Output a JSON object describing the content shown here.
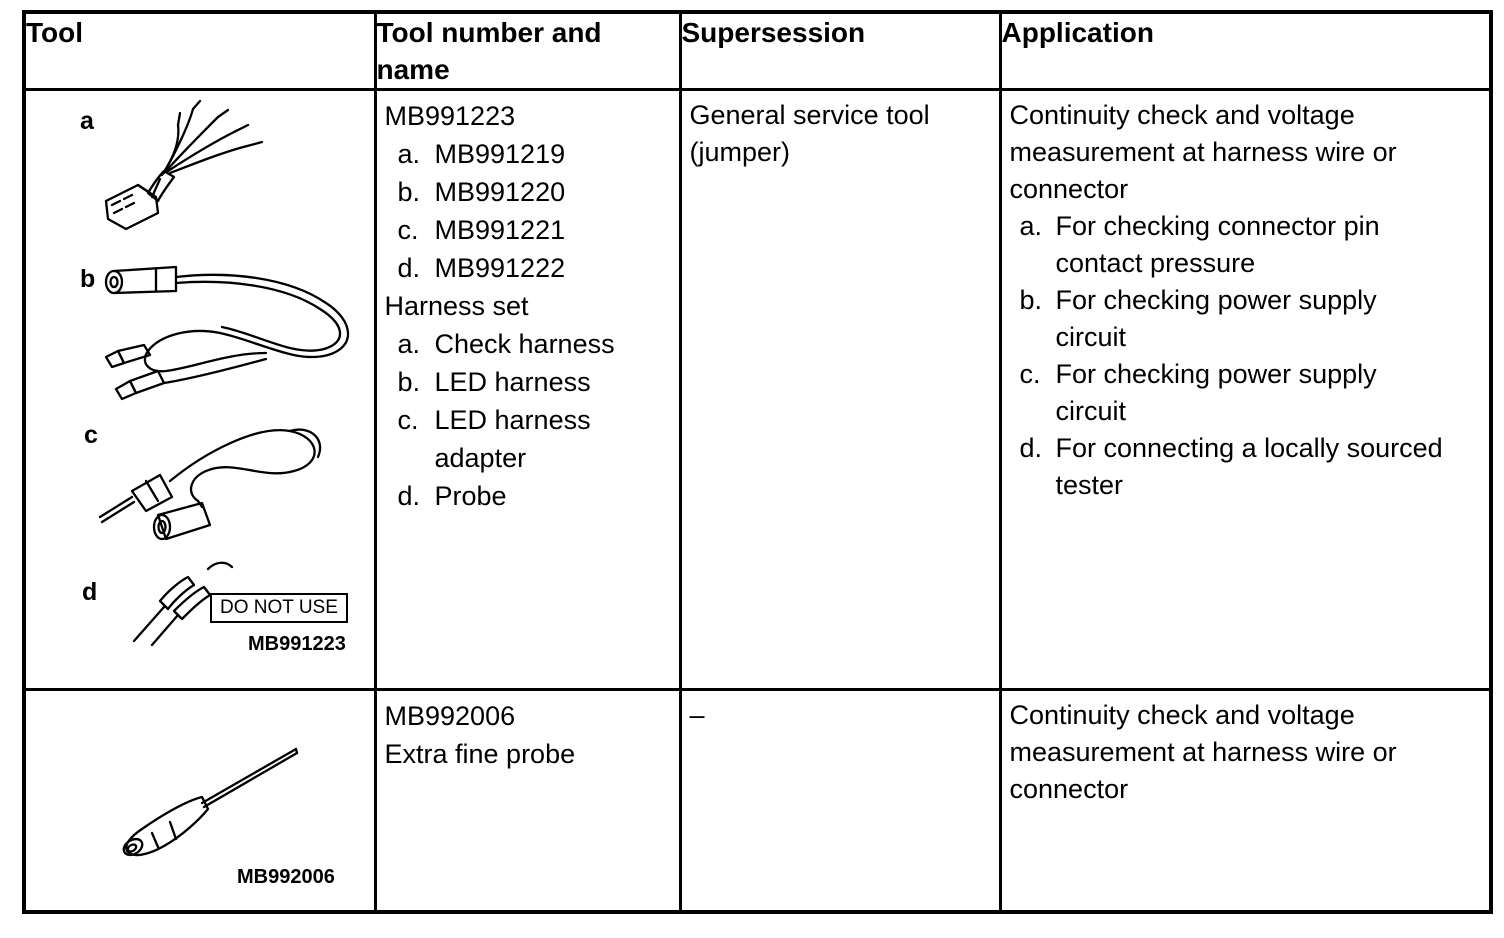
{
  "page": {
    "background": "#ffffff",
    "ink": "#000000"
  },
  "table": {
    "headers": {
      "tool": "Tool",
      "number_name": "Tool number and name",
      "supersession": "Supersession",
      "application": "Application"
    },
    "row1": {
      "tool": {
        "labels": {
          "a": "a",
          "b": "b",
          "c": "c",
          "d": "d"
        },
        "warning": "DO NOT USE",
        "caption": "MB991223",
        "illustrations": [
          "check-harness",
          "led-harness",
          "led-harness-adapter",
          "probe-set"
        ]
      },
      "number_name": {
        "lines": [
          {
            "text": "MB991223"
          },
          {
            "marker": "a.",
            "text": "MB991219"
          },
          {
            "marker": "b.",
            "text": "MB991220"
          },
          {
            "marker": "c.",
            "text": "MB991221"
          },
          {
            "marker": "d.",
            "text": "MB991222"
          },
          {
            "text": "Harness set"
          },
          {
            "marker": "a.",
            "text": "Check harness"
          },
          {
            "marker": "b.",
            "text": "LED harness"
          },
          {
            "marker": "c.",
            "text": "LED harness adapter"
          },
          {
            "marker": "d.",
            "text": "Probe"
          }
        ]
      },
      "supersession": "General service tool (jumper)",
      "application": {
        "intro": "Continuity check and voltage measurement at harness wire or connector",
        "items": [
          {
            "marker": "a.",
            "text": "For checking connector pin contact pressure"
          },
          {
            "marker": "b.",
            "text": "For checking power supply circuit"
          },
          {
            "marker": "c.",
            "text": "For checking power supply circuit"
          },
          {
            "marker": "d.",
            "text": "For connecting a locally sourced tester"
          }
        ]
      }
    },
    "row2": {
      "tool": {
        "caption": "MB992006",
        "illustrations": [
          "extra-fine-probe"
        ]
      },
      "number_name": {
        "lines": [
          {
            "text": "MB992006"
          },
          {
            "text": "Extra fine probe"
          }
        ]
      },
      "supersession": "–",
      "application": {
        "intro": "Continuity check and voltage measurement at harness wire or connector"
      }
    }
  }
}
